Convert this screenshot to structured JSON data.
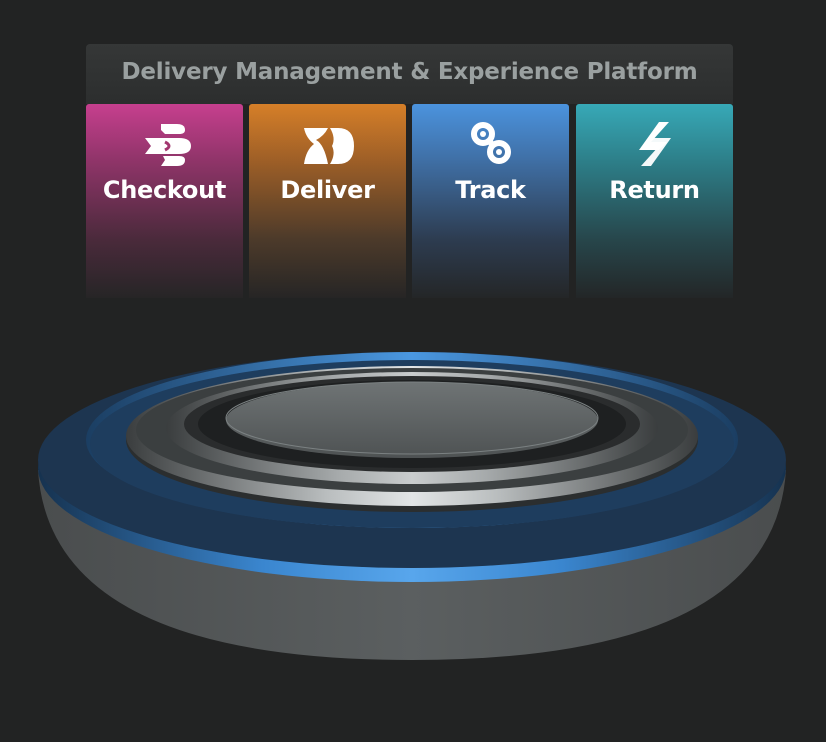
{
  "header": {
    "title": "Delivery Management & Experience Platform"
  },
  "tiles": [
    {
      "label": "Checkout",
      "icon": "checkout-logo-icon",
      "color": "#c63f8e"
    },
    {
      "label": "Deliver",
      "icon": "deliver-logo-icon",
      "color": "#d67f28"
    },
    {
      "label": "Track",
      "icon": "track-logo-icon",
      "color": "#4b93de"
    },
    {
      "label": "Return",
      "icon": "return-logo-icon",
      "color": "#37a9b7"
    }
  ],
  "platform": {
    "icon": "platform-base-icon",
    "accent": "#3f8fdc",
    "base": "#555858"
  }
}
